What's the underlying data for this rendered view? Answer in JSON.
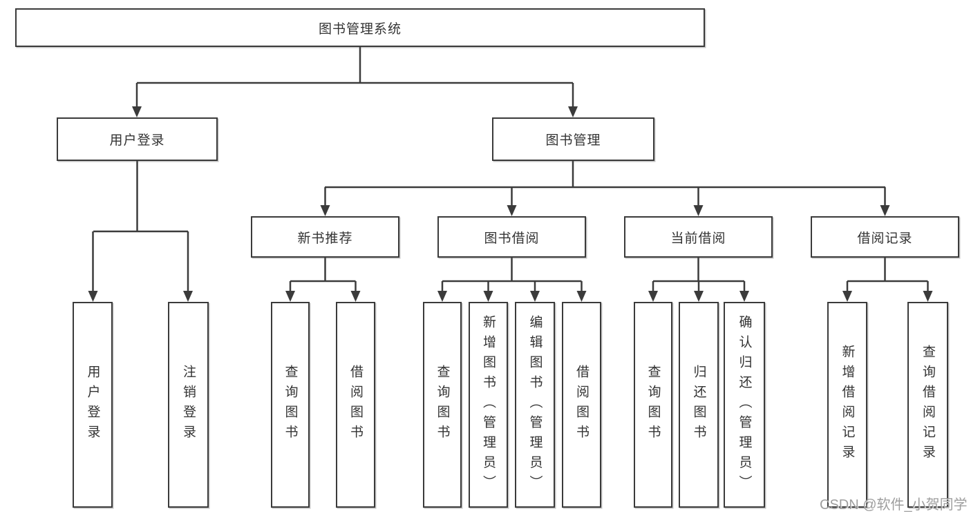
{
  "diagram": {
    "root": {
      "label": "图书管理系统"
    },
    "level2": [
      {
        "label": "用户登录"
      },
      {
        "label": "图书管理"
      }
    ],
    "level3": [
      {
        "label": "新书推荐"
      },
      {
        "label": "图书借阅"
      },
      {
        "label": "当前借阅"
      },
      {
        "label": "借阅记录"
      }
    ],
    "leaves": [
      {
        "label": "用户登录"
      },
      {
        "label": "注销登录"
      },
      {
        "label": "查询图书"
      },
      {
        "label": "借阅图书"
      },
      {
        "label": "查询图书"
      },
      {
        "label": "新增图书（管理员）"
      },
      {
        "label": "编辑图书（管理员）"
      },
      {
        "label": "借阅图书"
      },
      {
        "label": "查询图书"
      },
      {
        "label": "归还图书"
      },
      {
        "label": "确认归还（管理员）"
      },
      {
        "label": "新增借阅记录"
      },
      {
        "label": "查询借阅记录"
      }
    ],
    "colors": {
      "line": "#3b3b3b",
      "text": "#333333",
      "background": "#ffffff",
      "watermark": "#949494"
    }
  },
  "watermark": {
    "text": "CSDN @软件_小贺同学"
  }
}
